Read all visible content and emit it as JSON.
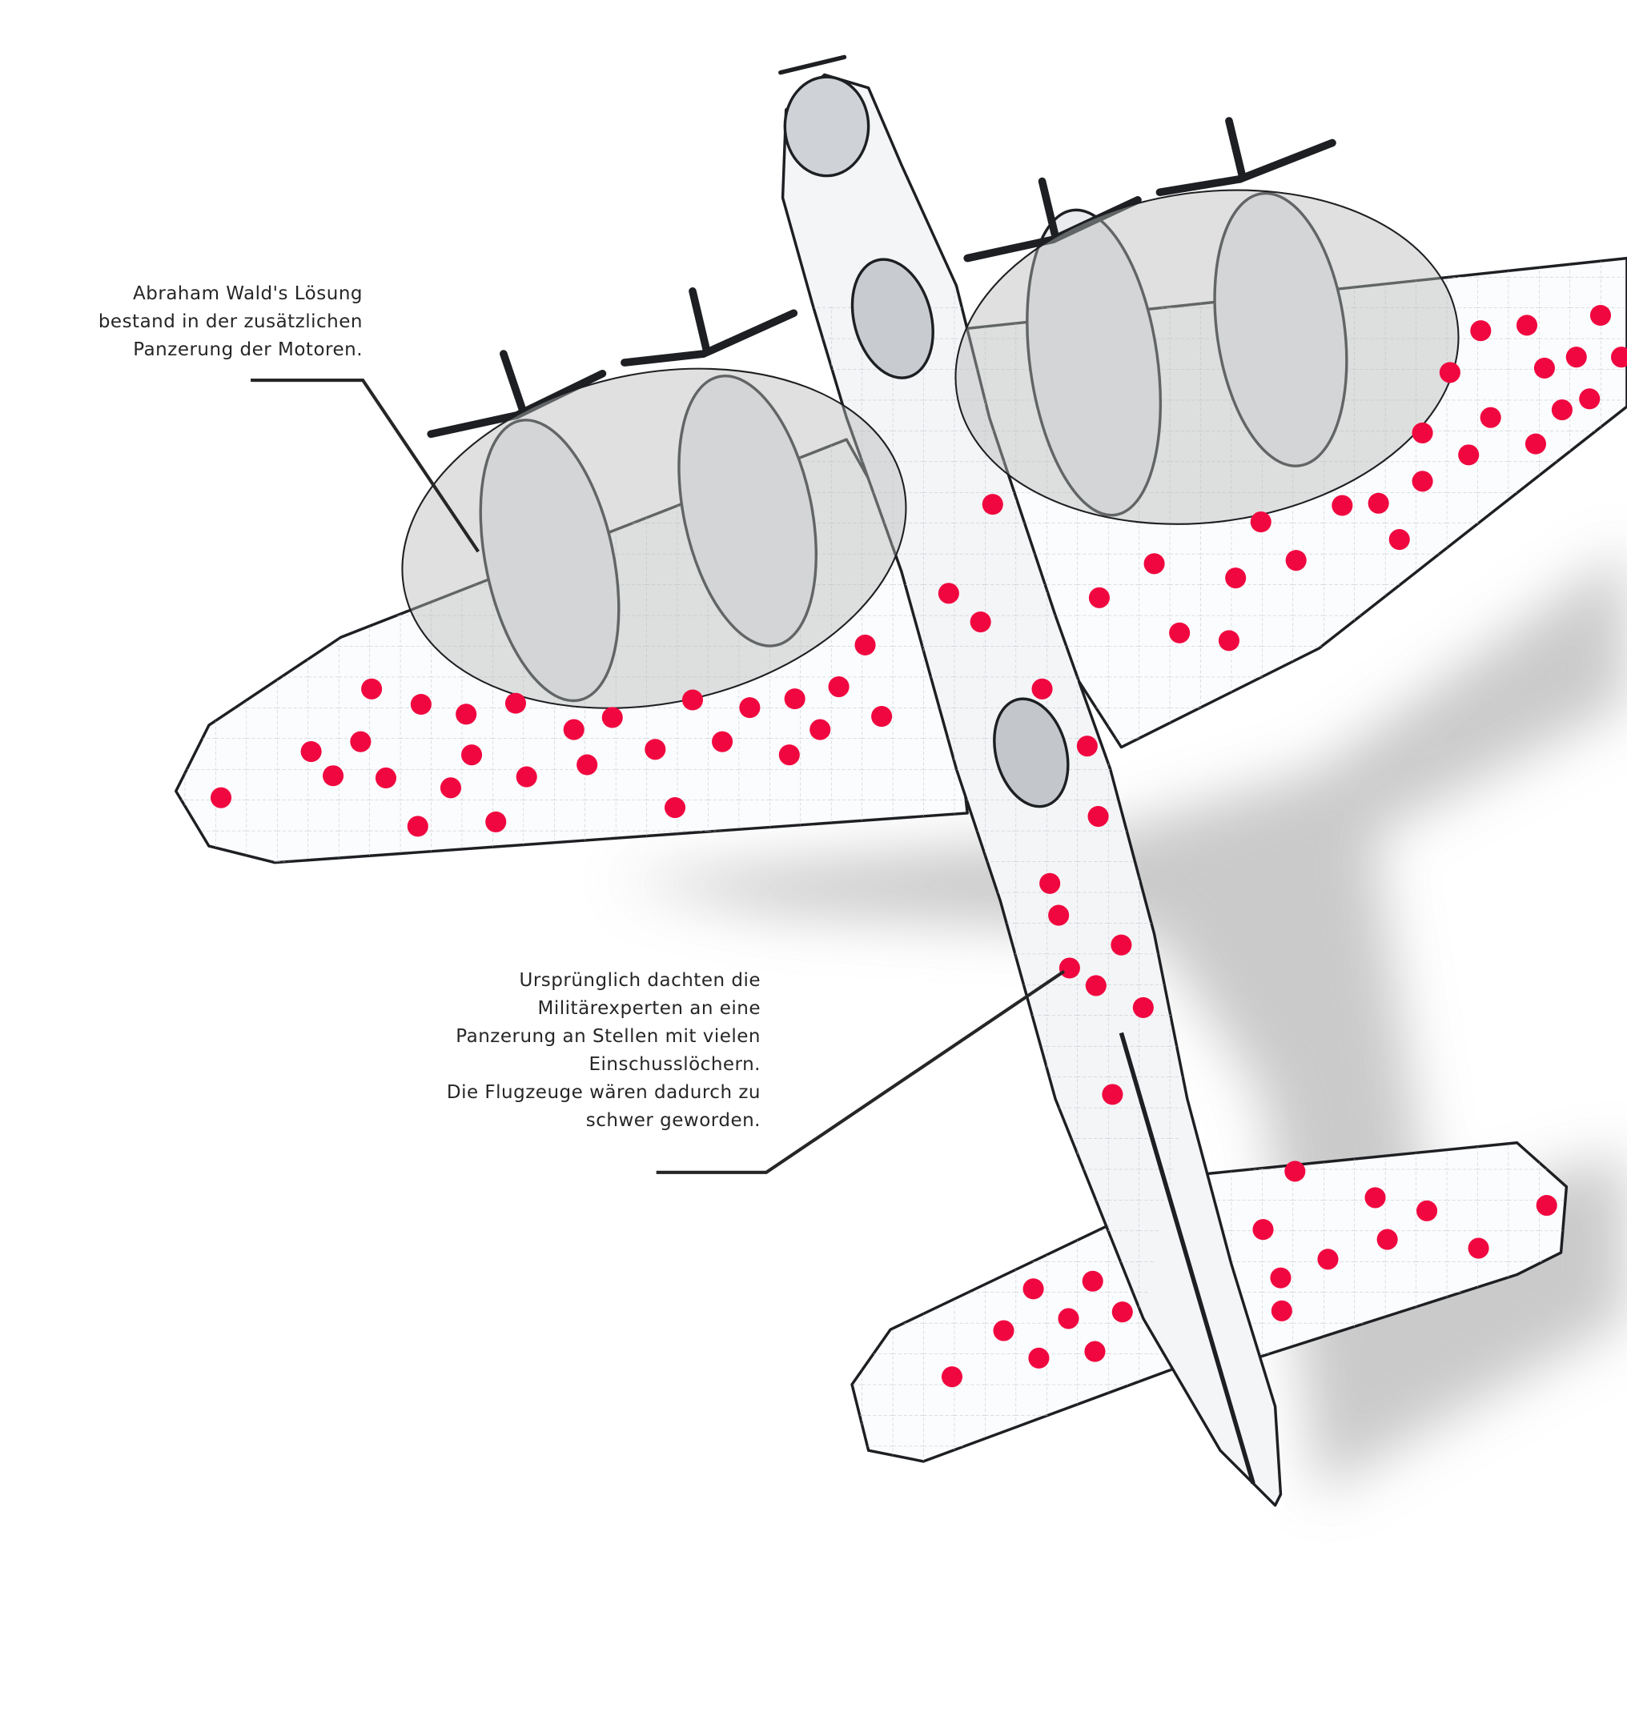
{
  "captions": {
    "solution": {
      "lines": [
        "Abraham Wald's Lösung",
        "bestand in der zusätzlichen",
        "Panzerung der Motoren."
      ]
    },
    "original_idea": {
      "lines": [
        "Ursprünglich dachten die",
        "Militärexperten an eine",
        "Panzerung an Stellen mit vielen",
        "Einschusslöchern.",
        "Die Flugzeuge wären dadurch zu",
        "schwer geworden."
      ]
    }
  },
  "colors": {
    "bullet_hole": "#f0073f",
    "engine_highlight": "#dcdddc",
    "line": "#262626"
  }
}
